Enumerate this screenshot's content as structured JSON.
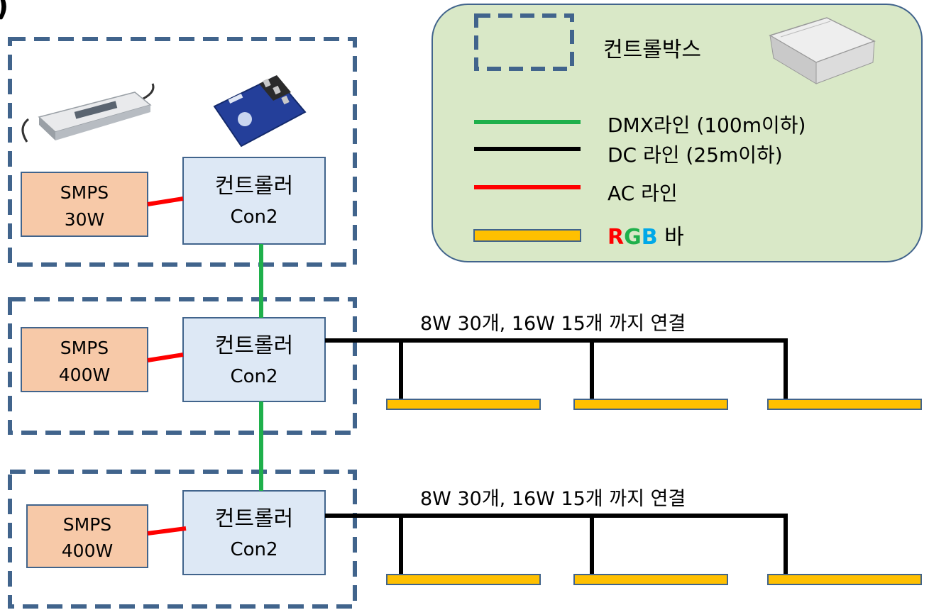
{
  "title_fragment": ")",
  "colors": {
    "dashed_box": "#41648c",
    "smps_fill": "#f7c9a8",
    "controller_fill": "#dde8f5",
    "box_stroke": "#41648c",
    "dmx_line": "#1fb04b",
    "dc_line": "#000000",
    "ac_line": "#ff0000",
    "rgb_bar": "#ffc000",
    "legend_fill": "#d9e8c7",
    "rgb_r": "#ff0000",
    "rgb_g": "#1fb04b",
    "rgb_b": "#00a8e8"
  },
  "modules": [
    {
      "smps": {
        "line1": "SMPS",
        "line2": "30W"
      },
      "controller": {
        "line1": "컨트롤러",
        "line2": "Con2"
      },
      "photos": [
        "smps-photo",
        "controller-board-photo"
      ]
    },
    {
      "smps": {
        "line1": "SMPS",
        "line2": "400W"
      },
      "controller": {
        "line1": "컨트롤러",
        "line2": "Con2"
      },
      "run_label": "8W 30개,  16W 15개 까지 연결"
    },
    {
      "smps": {
        "line1": "SMPS",
        "line2": "400W"
      },
      "controller": {
        "line1": "컨트롤러",
        "line2": "Con2"
      },
      "run_label": "8W 30개,  16W 15개 까지 연결"
    }
  ],
  "legend": {
    "control_box": "컨트롤박스",
    "dmx_line": "DMX라인 (100m이하)",
    "dc_line": "DC 라인 (25m이하)",
    "ac_line": "AC 라인",
    "rgb_r": "R",
    "rgb_g": "G",
    "rgb_b": "B",
    "rgb_suffix": " 바",
    "control_box_photo": "enclosure-photo"
  }
}
